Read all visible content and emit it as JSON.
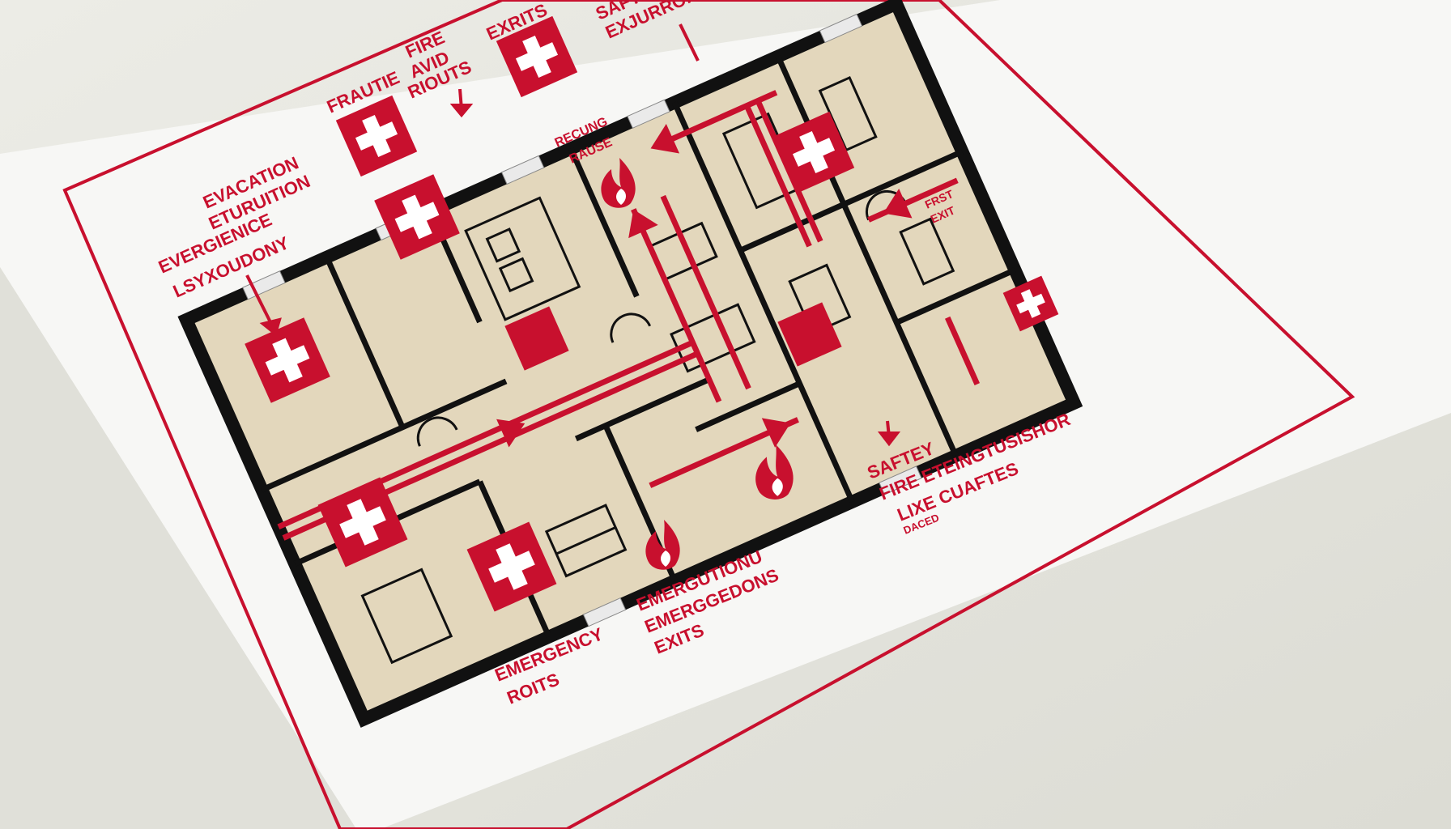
{
  "colors": {
    "accent_red": "#c8102e",
    "floor": "#e3d7bc",
    "wall": "#111111",
    "paper": "#f7f7f5",
    "background": "#e6e6e0"
  },
  "labels": {
    "evacuation": [
      "EVACATION",
      "ETURUITION"
    ],
    "emergency_left": [
      "EVERGIENICE",
      "LSYXOUDONY"
    ],
    "frautie": "FRAUTIE",
    "fire_routes": [
      "FIRE",
      "AVID",
      "RIOUTS"
    ],
    "exits_top": "EXRITS",
    "safety_top": [
      "SAFTIE",
      "EXJURRONI"
    ],
    "rescue": [
      "RECUNG",
      "RAUSE"
    ],
    "first_exit": [
      "FRST",
      "EXIT"
    ],
    "safety_bottom": [
      "SAFTEY",
      "FIRE ETEINGTUSISHOR",
      "LIXE CUAFTES",
      "DACED"
    ],
    "emergency_exits": [
      "EMERGUTIONU",
      "EMERGGEDONS",
      "EXITS"
    ],
    "emergency_routes": [
      "EMERGENCY",
      "ROITS"
    ]
  },
  "icons": {
    "first_aid": "first-aid-cross-icon",
    "fire": "flame-icon",
    "arrow": "route-arrow-icon",
    "extinguisher_point": "red-square-marker"
  }
}
